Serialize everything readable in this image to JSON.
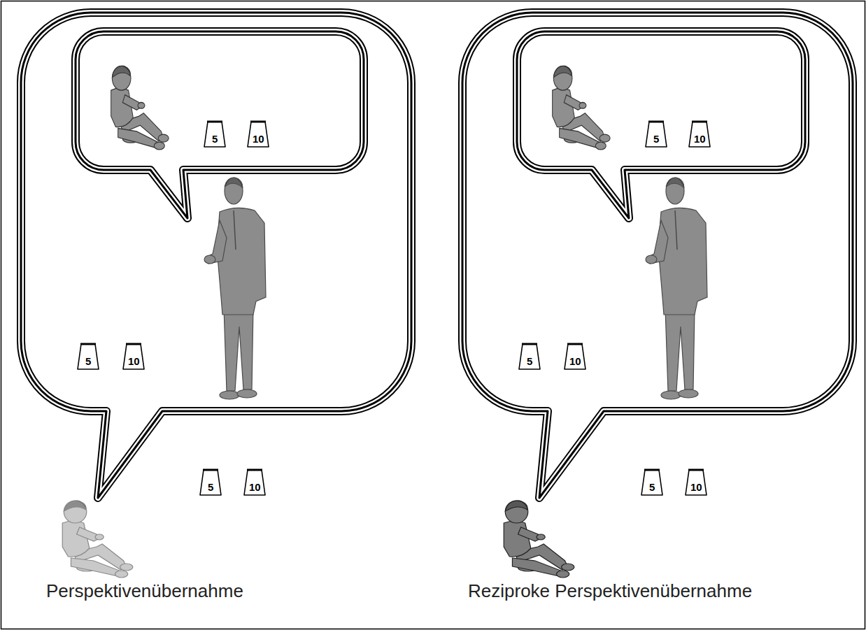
{
  "diagram": {
    "nodes": [
      {},
      {
        "in": 0
      },
      {
        "text": [
          "5"
        ],
        "in": 1
      },
      {
        "text": [
          "10"
        ],
        "in": 1
      },
      {
        "text": [
          "5"
        ],
        "in": 0
      },
      {
        "text": [
          "10"
        ],
        "in": 0
      },
      {
        "text": [
          "5"
        ]
      },
      {
        "text": [
          "10"
        ]
      },
      {},
      {
        "in": 8
      },
      {
        "text": [
          "5"
        ],
        "in": 9
      },
      {
        "text": [
          "10"
        ],
        "in": 9
      },
      {
        "text": [
          "5"
        ],
        "in": 8
      },
      {
        "text": [
          "10"
        ],
        "in": 8
      },
      {
        "text": [
          "5"
        ]
      },
      {
        "text": [
          "10"
        ]
      }
    ],
    "labels": [
      "Perspektivenübernahme",
      "Reziproke Perspektivenübernahme"
    ]
  }
}
